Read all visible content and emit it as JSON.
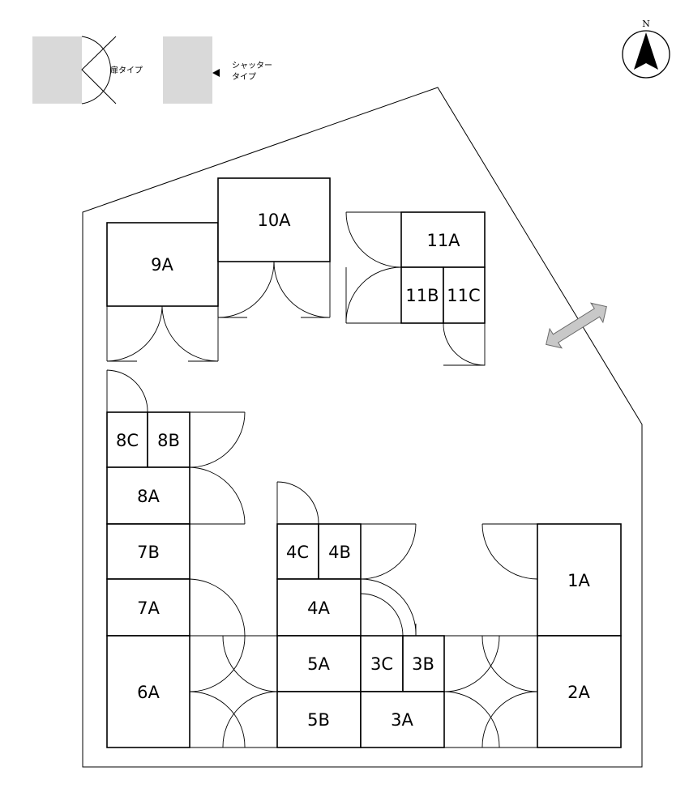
{
  "legend": {
    "door_type": "扉タイプ",
    "shutter_type_line1": "シャッター",
    "shutter_type_line2": "タイプ"
  },
  "compass": {
    "north": "N"
  },
  "units": {
    "u1A": "1A",
    "u2A": "2A",
    "u3A": "3A",
    "u3B": "3B",
    "u3C": "3C",
    "u4A": "4A",
    "u4B": "4B",
    "u4C": "4C",
    "u5A": "5A",
    "u5B": "5B",
    "u6A": "6A",
    "u7A": "7A",
    "u7B": "7B",
    "u8A": "8A",
    "u8B": "8B",
    "u8C": "8C",
    "u9A": "9A",
    "u10A": "10A",
    "u11A": "11A",
    "u11B": "11B",
    "u11C": "11C"
  },
  "colors": {
    "legend_fill": "#d9d9d9",
    "arrow_fill": "#c8c8c8",
    "line": "#000000"
  }
}
